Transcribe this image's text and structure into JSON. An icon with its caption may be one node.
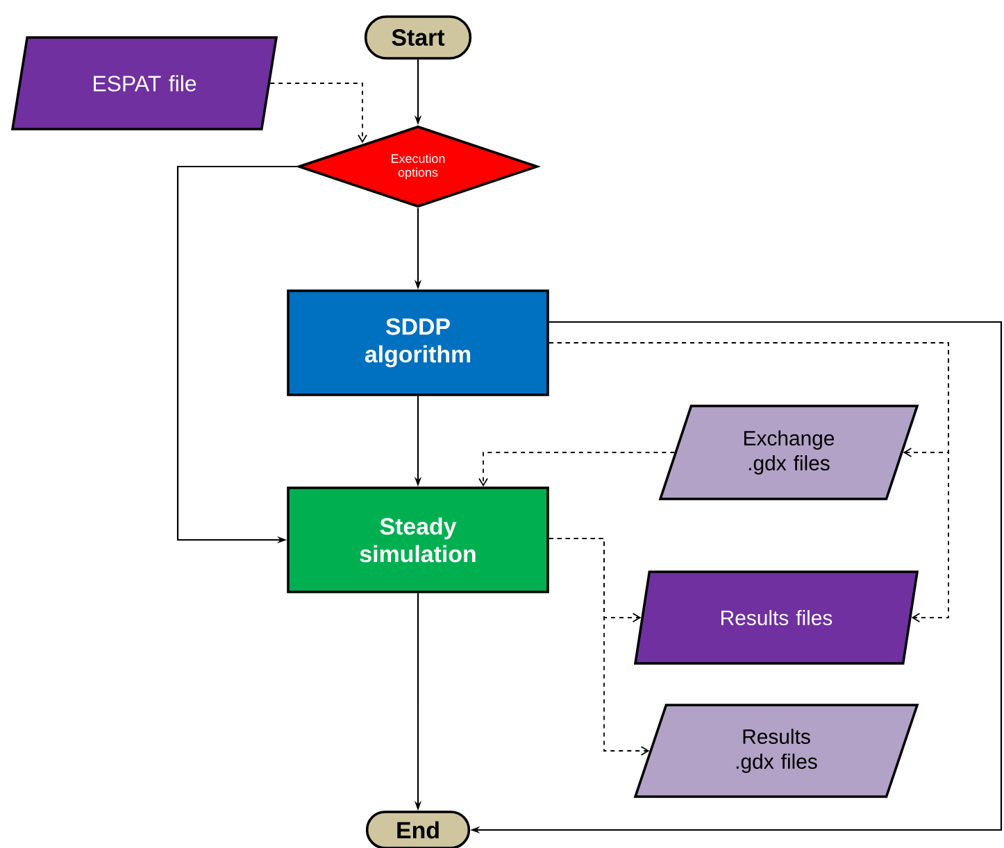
{
  "diagram": {
    "nodes": [
      {
        "text": [
          "Start"
        ]
      },
      {
        "text": [
          "ESPAT file"
        ]
      },
      {
        "text": [
          "Execution options"
        ]
      },
      {
        "text": [
          "SDDP algorithm"
        ]
      },
      {
        "text": [
          "Steady simulation"
        ]
      },
      {
        "text": [
          "Exchange .gdx files"
        ]
      },
      {
        "text": [
          "Results files"
        ]
      },
      {
        "text": [
          "Results .gdx files"
        ]
      },
      {
        "text": [
          "End"
        ]
      }
    ],
    "edges": [
      {
        "from": 0,
        "to": 2,
        "arrow": "to"
      },
      {
        "from": 1,
        "to": 2,
        "arrow": "to",
        "style": "dashed"
      },
      {
        "from": 2,
        "to": 3,
        "arrow": "to"
      },
      {
        "from": 2,
        "to": 4,
        "arrow": "to"
      },
      {
        "from": 3,
        "to": 4,
        "arrow": "to"
      },
      {
        "from": 4,
        "to": 8,
        "arrow": "to"
      },
      {
        "from": 3,
        "to": 8,
        "arrow": "to"
      },
      {
        "from": 3,
        "to": 5,
        "arrow": "to",
        "style": "dashed"
      },
      {
        "from": 3,
        "to": 6,
        "arrow": "to",
        "style": "dashed"
      },
      {
        "from": 5,
        "to": 4,
        "arrow": "to",
        "style": "dashed"
      },
      {
        "from": 4,
        "to": 6,
        "arrow": "to",
        "style": "dashed"
      },
      {
        "from": 4,
        "to": 7,
        "arrow": "to",
        "style": "dashed"
      }
    ]
  }
}
